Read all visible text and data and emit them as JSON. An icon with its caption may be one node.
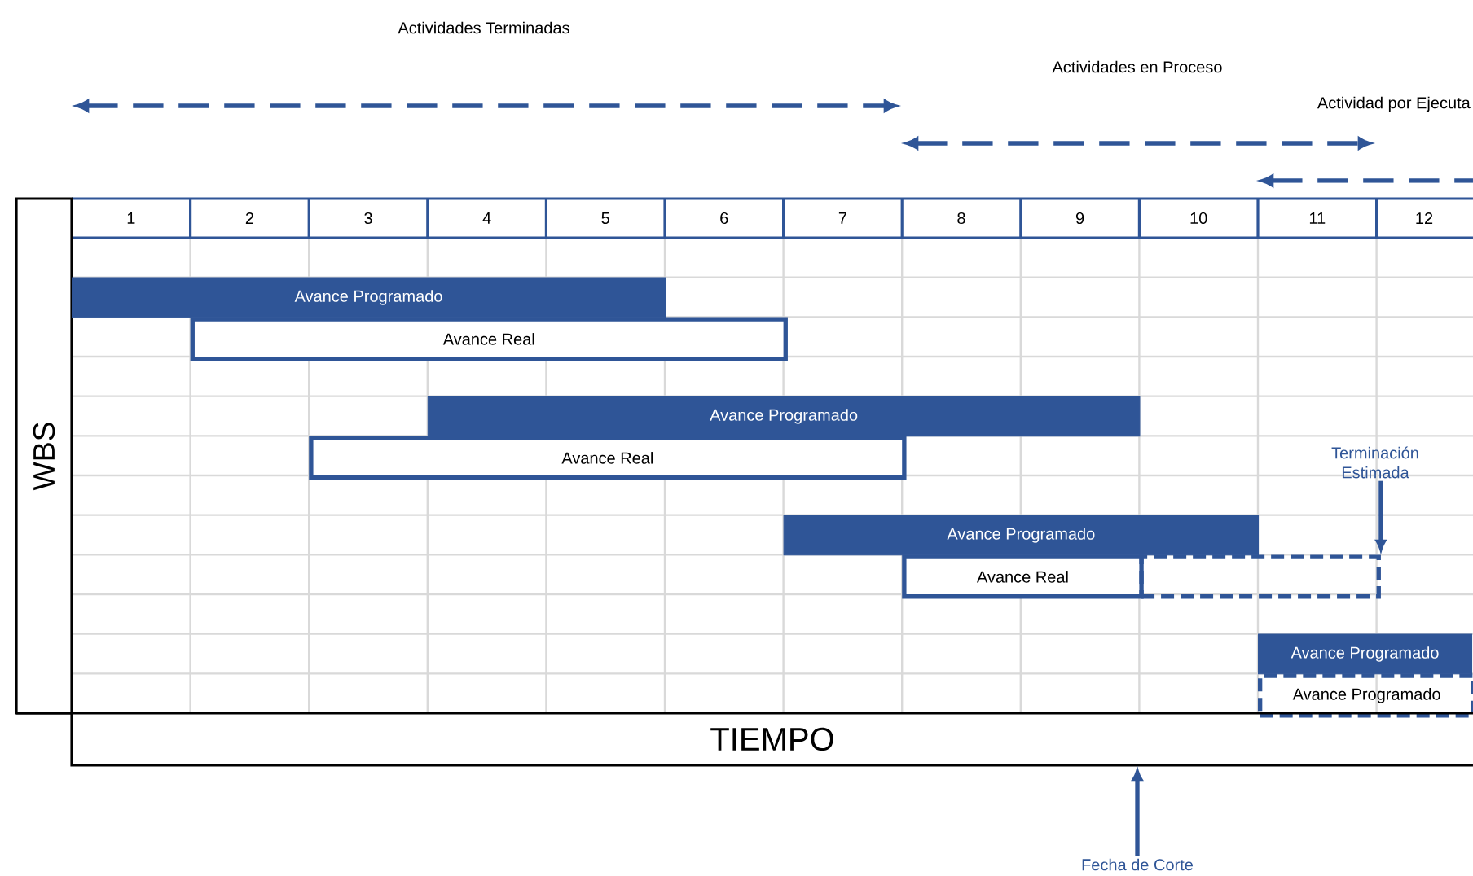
{
  "diagram": {
    "nodes": [
      {
        "text": [
          "WBS"
        ]
      },
      {
        "text": [
          "Avance Programado"
        ]
      },
      {
        "text": [
          "Avance Real"
        ]
      },
      {
        "text": [
          "Avance Programado"
        ]
      },
      {
        "text": [
          "Avance Real"
        ]
      },
      {
        "text": [
          "Avance Programado"
        ]
      },
      {
        "text": [
          "Avance Real"
        ]
      },
      {
        "text": [],
        "shape": "box"
      },
      {
        "text": [
          "Avance Programado"
        ]
      },
      {
        "text": [
          "Avance Programado"
        ]
      },
      {
        "text": [
          "TIEMPO"
        ]
      },
      {
        "text": [
          "Terminación Estimada"
        ]
      },
      {
        "text": [
          "Fecha de Corte"
        ]
      }
    ],
    "edges": [
      {
        "from": 11,
        "to": 7,
        "arrow": "to"
      },
      {
        "from": 12,
        "to": 10,
        "arrow": "to"
      }
    ],
    "labels": [
      "Actividades Terminadas",
      "Actividades en Proceso",
      "Actividad por Ejecuta",
      "1",
      "2",
      "3",
      "4",
      "5",
      "6",
      "7",
      "8",
      "9",
      "10",
      "11",
      "12"
    ]
  }
}
